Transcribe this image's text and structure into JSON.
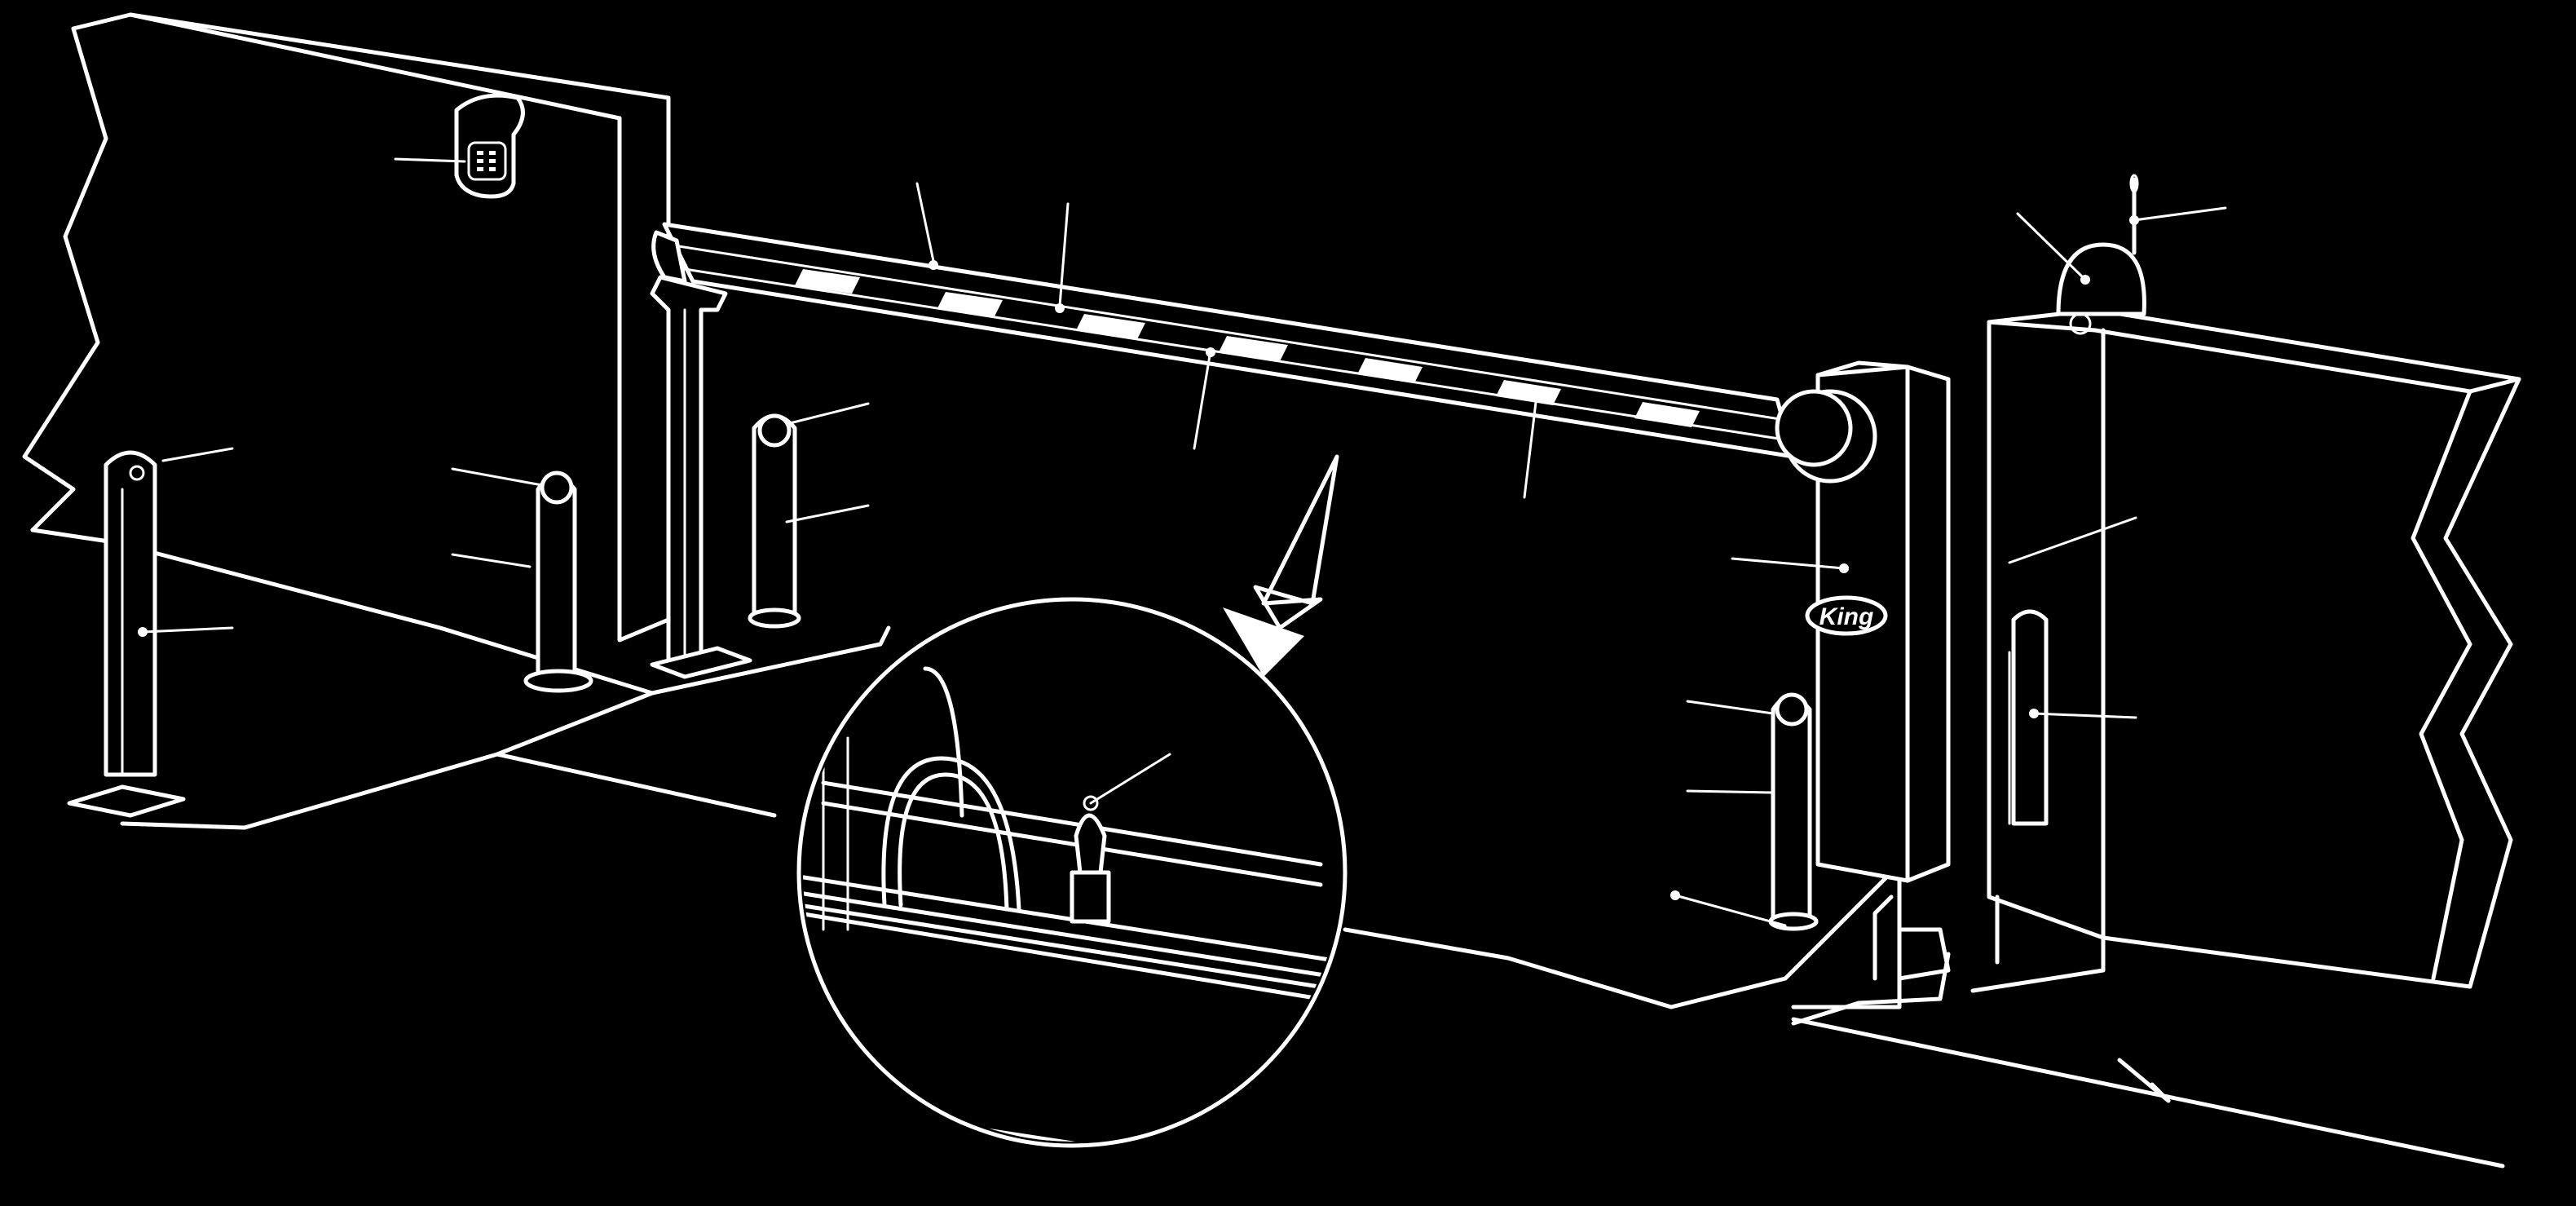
{
  "diagram": {
    "brand_logo_text": "King",
    "components": [
      {
        "name": "wall-left"
      },
      {
        "name": "keypad"
      },
      {
        "name": "photocell-post-left"
      },
      {
        "name": "photocell-post-center"
      },
      {
        "name": "beam-rest-support"
      },
      {
        "name": "photocell-post-mid"
      },
      {
        "name": "barrier-arm"
      },
      {
        "name": "barrier-cabinet"
      },
      {
        "name": "flashing-light"
      },
      {
        "name": "antenna"
      },
      {
        "name": "key-selector"
      },
      {
        "name": "photocell-post-right"
      },
      {
        "name": "wall-right"
      },
      {
        "name": "detail-magnifier"
      }
    ],
    "colors": {
      "background": "#000000",
      "line": "#ffffff"
    }
  }
}
